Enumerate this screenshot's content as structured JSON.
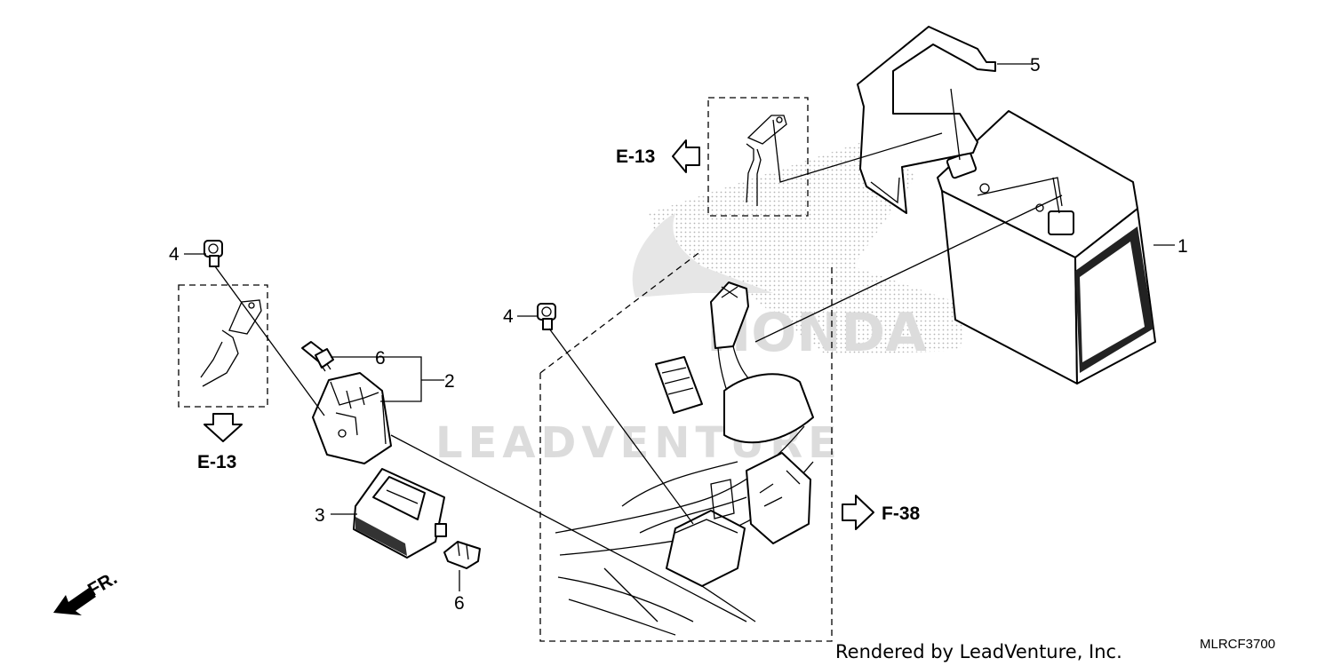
{
  "callouts": {
    "battery": "1",
    "relay_assembly": "2",
    "fuse_box": "3",
    "bolt_left": "4",
    "bolt_center": "4",
    "battery_band": "5",
    "fuse_upper": "6",
    "fuse_lower": "6"
  },
  "references": {
    "top": "E-13",
    "left": "E-13",
    "right": "F-38"
  },
  "direction": {
    "label": "FR."
  },
  "watermark": {
    "text": "LEADVENTURE",
    "logo_text": "HONDA"
  },
  "footer": {
    "credit": "Rendered by LeadVenture, Inc.",
    "diagram_code": "MLRCF3700"
  },
  "icons": {
    "reference_arrow": "hollow-arrow-icon",
    "front_arrow": "front-direction-arrow-icon"
  },
  "colors": {
    "line": "#000000",
    "watermark": "#dcdcdc",
    "stipple": "#b4b4b4"
  }
}
